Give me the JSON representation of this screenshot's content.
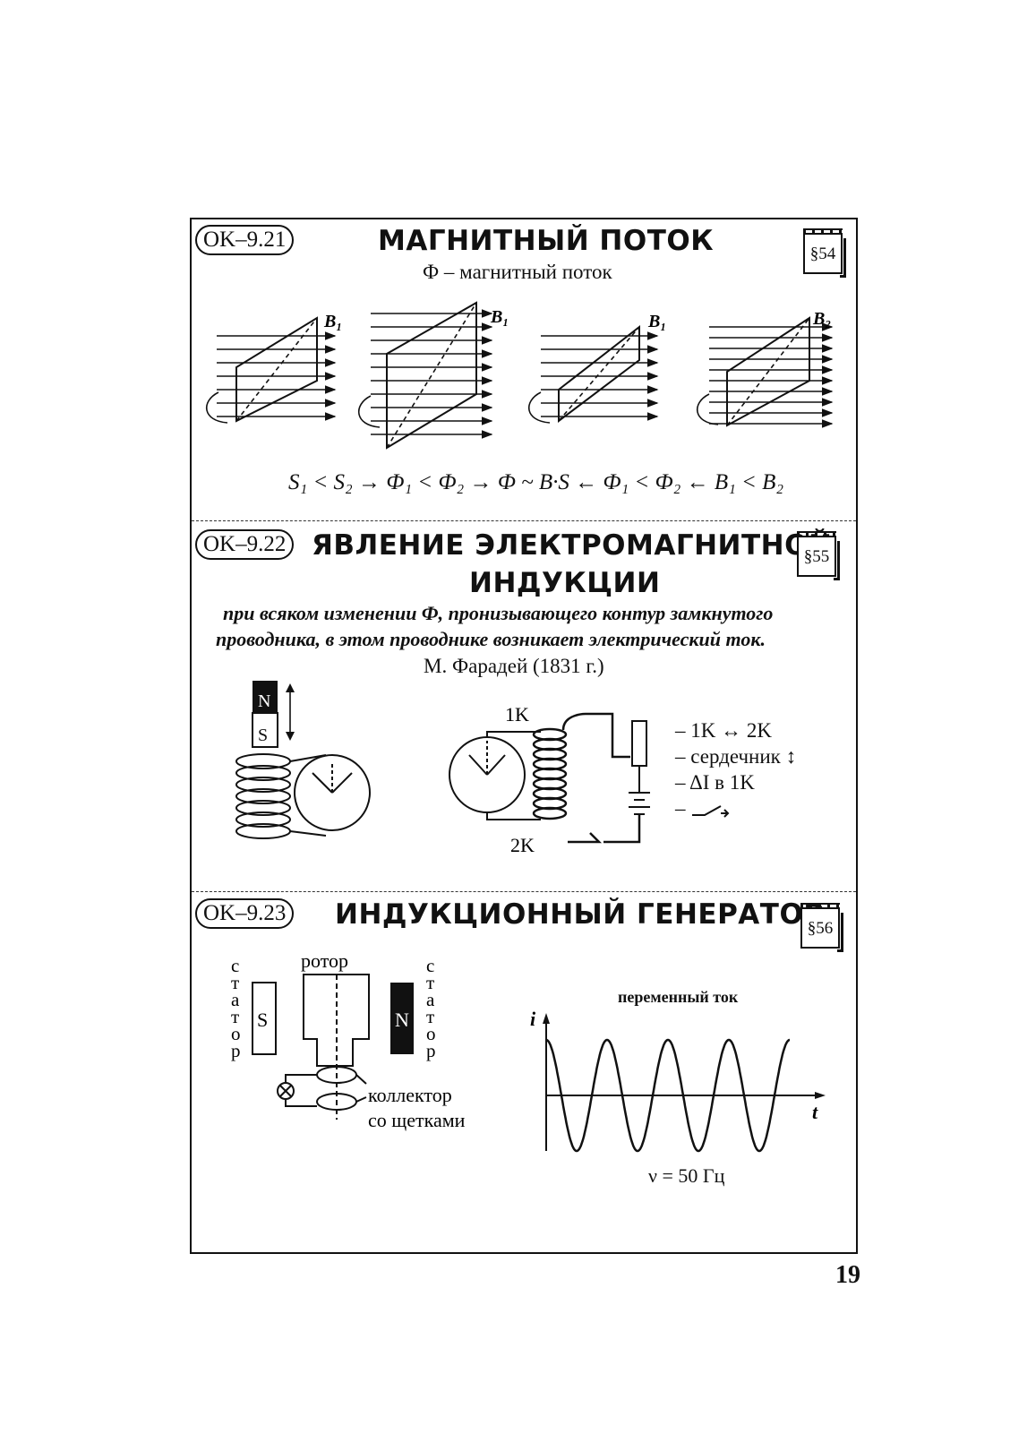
{
  "sections": [
    {
      "badge": "OK–9.21",
      "title": "МАГНИТНЫЙ ПОТОК",
      "paragraph": "§54",
      "subtitle": "Ф – магнитный поток",
      "field_labels": [
        "B₁",
        "B₁",
        "B₁",
        "B₂"
      ],
      "formula": "S₁ < S₂ → Ф₁ < Ф₂ → Ф ~ B·S ← Ф₁ < Ф₂ ← B₁ < B₂"
    },
    {
      "badge": "OK–9.22",
      "title_line1": "ЯВЛЕНИЕ ЭЛЕКТРОМАГНИТНОЙ",
      "title_line2": "ИНДУКЦИИ",
      "paragraph": "§55",
      "definition_line1": "при всяком изменении Ф, пронизывающего контур замкнутого",
      "definition_line2": "проводника, в этом проводнике возникает электрический ток.",
      "author": "М. Фарадей (1831 г.)",
      "magnet_n": "N",
      "magnet_s": "S",
      "coil1": "1K",
      "coil2": "2K",
      "methods": [
        "– 1K ↔ 2K",
        "– сердечник ↕",
        "– ΔI в 1K",
        "– "
      ]
    },
    {
      "badge": "OK–9.23",
      "title": "ИНДУКЦИОННЫЙ ГЕНЕРАТОР",
      "paragraph": "§56",
      "rotor": "ротор",
      "stator_letters": [
        "с",
        "т",
        "а",
        "т",
        "о",
        "р"
      ],
      "pole_s": "S",
      "pole_n": "N",
      "collector_line1": "коллектор",
      "collector_line2": "со щетками",
      "graph_title": "переменный ток",
      "axis_y": "i",
      "axis_x": "t",
      "frequency": "ν = 50 Гц"
    }
  ],
  "page_number": "19",
  "chart_data": {
    "type": "line",
    "title": "переменный ток",
    "xlabel": "t",
    "ylabel": "i",
    "series": [
      {
        "function": "cos",
        "cycles": 4,
        "amplitude": 1
      }
    ]
  }
}
